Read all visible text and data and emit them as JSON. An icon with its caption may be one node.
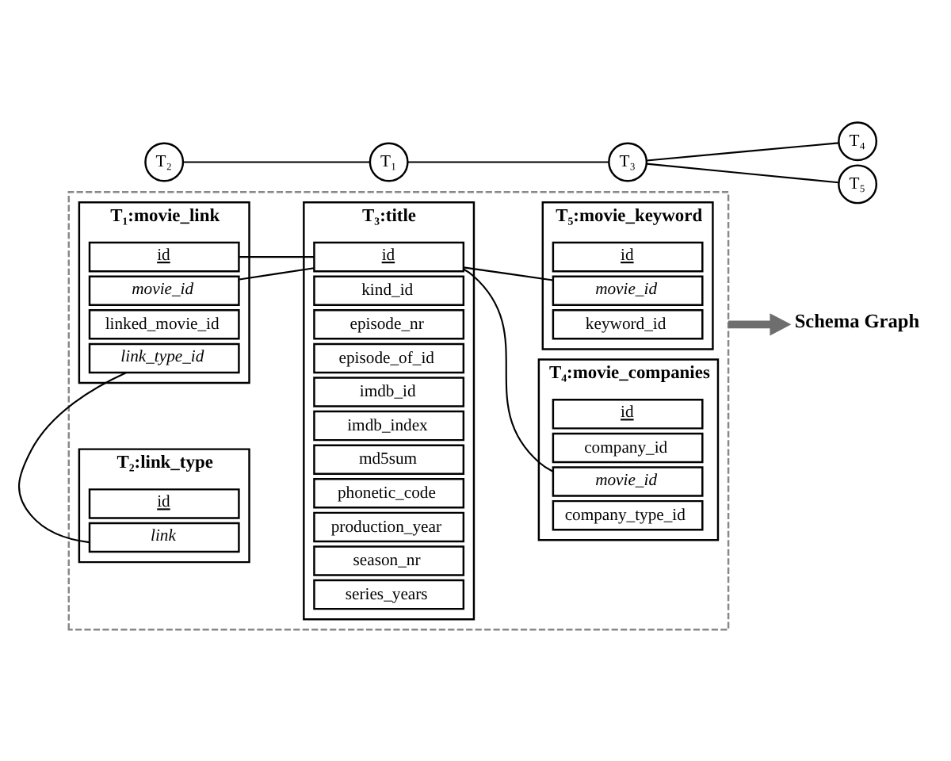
{
  "diagram": {
    "nodes": [
      {
        "text": [],
        "shape": "box"
      },
      {
        "text": [
          "T₁:movie_link"
        ],
        "in": 0
      },
      {
        "text": [
          "id"
        ],
        "in": 1
      },
      {
        "text": [
          "movie_id"
        ],
        "in": 1
      },
      {
        "text": [
          "linked_movie_id"
        ],
        "in": 1
      },
      {
        "text": [
          "link_type_id"
        ],
        "in": 1
      },
      {
        "text": [
          "T₂:link_type"
        ],
        "in": 0
      },
      {
        "text": [
          "id"
        ],
        "in": 6
      },
      {
        "text": [
          "link"
        ],
        "in": 6
      },
      {
        "text": [
          "T₃:title"
        ],
        "in": 0
      },
      {
        "text": [
          "id"
        ],
        "in": 9
      },
      {
        "text": [
          "kind_id"
        ],
        "in": 9
      },
      {
        "text": [
          "episode_nr"
        ],
        "in": 9
      },
      {
        "text": [
          "episode_of_id"
        ],
        "in": 9
      },
      {
        "text": [
          "imdb_id"
        ],
        "in": 9
      },
      {
        "text": [
          "imdb_index"
        ],
        "in": 9
      },
      {
        "text": [
          "md5sum"
        ],
        "in": 9
      },
      {
        "text": [
          "phonetic_code"
        ],
        "in": 9
      },
      {
        "text": [
          "production_year"
        ],
        "in": 9
      },
      {
        "text": [
          "season_nr"
        ],
        "in": 9
      },
      {
        "text": [
          "series_years"
        ],
        "in": 9
      },
      {
        "text": [
          "T₄:movie_companies"
        ],
        "in": 0
      },
      {
        "text": [
          "id"
        ],
        "in": 21
      },
      {
        "text": [
          "company_id"
        ],
        "in": 21
      },
      {
        "text": [
          "movie_id"
        ],
        "in": 21
      },
      {
        "text": [
          "company_type_id"
        ],
        "in": 21
      },
      {
        "text": [
          "T₅:movie_keyword"
        ],
        "in": 0
      },
      {
        "text": [
          "id"
        ],
        "in": 26
      },
      {
        "text": [
          "movie_id"
        ],
        "in": 26
      },
      {
        "text": [
          "keyword_id"
        ],
        "in": 26
      },
      {
        "text": [
          "Schema Graph"
        ]
      },
      {
        "text": [
          "T₂"
        ]
      },
      {
        "text": [
          "T₁"
        ]
      },
      {
        "text": [
          "T₃"
        ]
      },
      {
        "text": [
          "T₄"
        ]
      },
      {
        "text": [
          "T₅"
        ]
      }
    ],
    "edges": [
      {
        "from": 2,
        "to": 10,
        "arrow": "none"
      },
      {
        "from": 3,
        "to": 10,
        "arrow": "none"
      },
      {
        "from": 5,
        "to": 8,
        "arrow": "none"
      },
      {
        "from": 10,
        "to": 24,
        "arrow": "none"
      },
      {
        "from": 10,
        "to": 28,
        "arrow": "none"
      },
      {
        "from": 0,
        "to": 30,
        "arrow": "to",
        "style": "thick",
        "color": "#6e6e6e"
      },
      {
        "from": 31,
        "to": 32,
        "arrow": "none"
      },
      {
        "from": 32,
        "to": 33,
        "arrow": "none"
      },
      {
        "from": 33,
        "to": 34,
        "arrow": "none"
      },
      {
        "from": 33,
        "to": 35,
        "arrow": "none"
      }
    ]
  }
}
